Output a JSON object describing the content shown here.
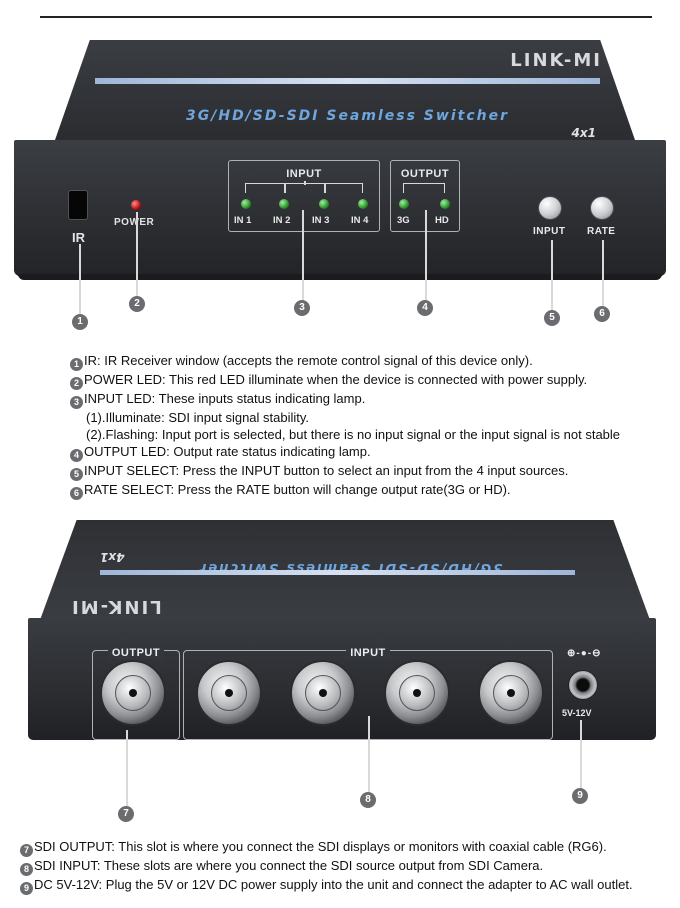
{
  "front_panel": {
    "brand": "LINK-MI",
    "series_title": "3G/HD/SD-SDI Seamless Switcher",
    "model": "4x1",
    "ir_label": "IR",
    "power_label": "POWER",
    "input_group_title": "INPUT",
    "input_leds": [
      "IN 1",
      "IN 2",
      "IN 3",
      "IN 4"
    ],
    "output_group_title": "OUTPUT",
    "output_leds": [
      "3G",
      "HD"
    ],
    "button_input_label": "INPUT",
    "button_rate_label": "RATE",
    "callouts": [
      "1",
      "2",
      "3",
      "4",
      "5",
      "6"
    ]
  },
  "front_descriptions": [
    {
      "num": "1",
      "text": "IR: IR Receiver window (accepts the remote control signal of this device only)."
    },
    {
      "num": "2",
      "text": "POWER LED: This red LED illuminate when the device is connected with power supply."
    },
    {
      "num": "3",
      "text": "INPUT LED: These inputs status indicating lamp."
    },
    {
      "num": "",
      "text": "(1).Illuminate: SDI input signal stability."
    },
    {
      "num": "",
      "text": "(2).Flashing: Input port is selected, but there is no input signal or the input signal is not stable"
    },
    {
      "num": "4",
      "text": "OUTPUT LED: Output rate status indicating lamp."
    },
    {
      "num": "5",
      "text": "INPUT SELECT: Press the INPUT button to select an input from the 4 input sources."
    },
    {
      "num": "6",
      "text": "RATE SELECT: Press the RATE button will change output rate(3G or HD)."
    }
  ],
  "back_panel": {
    "brand": "LINK-MI",
    "series_title": "3G/HD/SD-SDI Seamless Switcher",
    "model": "4x1",
    "output_title": "OUTPUT",
    "input_title": "INPUT",
    "dc_symbol": "⊕-●-⊖",
    "dc_label": "5V-12V",
    "callouts": [
      "7",
      "8",
      "9"
    ]
  },
  "back_descriptions": [
    {
      "num": "7",
      "text": "SDI OUTPUT: This slot is where you connect the SDI displays or monitors with coaxial cable (RG6)."
    },
    {
      "num": "8",
      "text": "SDI INPUT: These slots are where you connect the SDI source output from SDI Camera."
    },
    {
      "num": "9",
      "text": "DC 5V-12V: Plug the 5V or 12V DC power supply into the unit and connect the adapter to AC wall outlet."
    }
  ]
}
